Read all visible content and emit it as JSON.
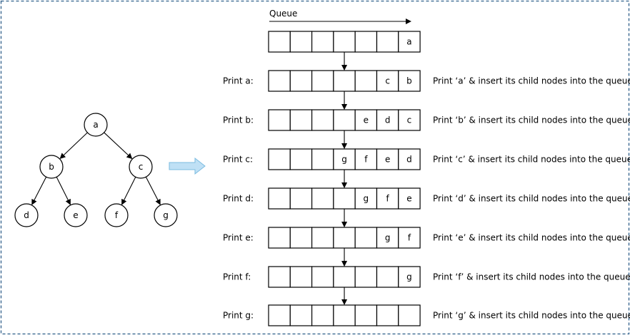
{
  "colors": {
    "border": "#2f5f8a",
    "big_arrow_fill": "#bfe0f5",
    "big_arrow_stroke": "#7bbbe0"
  },
  "queue_label": "Queue",
  "tree": {
    "nodes": [
      {
        "id": "a",
        "label": "a"
      },
      {
        "id": "b",
        "label": "b"
      },
      {
        "id": "c",
        "label": "c"
      },
      {
        "id": "d",
        "label": "d"
      },
      {
        "id": "e",
        "label": "e"
      },
      {
        "id": "f",
        "label": "f"
      },
      {
        "id": "g",
        "label": "g"
      }
    ],
    "edges": [
      [
        "a",
        "b"
      ],
      [
        "a",
        "c"
      ],
      [
        "b",
        "d"
      ],
      [
        "b",
        "e"
      ],
      [
        "c",
        "f"
      ],
      [
        "c",
        "g"
      ]
    ]
  },
  "rows": [
    {
      "label": "",
      "cells": [
        "",
        "",
        "",
        "",
        "",
        "",
        "a"
      ],
      "desc": ""
    },
    {
      "label": "Print a:",
      "cells": [
        "",
        "",
        "",
        "",
        "",
        "c",
        "b"
      ],
      "desc": "Print ‘a’ & insert its child nodes into the queue"
    },
    {
      "label": "Print b:",
      "cells": [
        "",
        "",
        "",
        "",
        "e",
        "d",
        "c"
      ],
      "desc": "Print ‘b’ & insert its child nodes into the queue"
    },
    {
      "label": "Print c:",
      "cells": [
        "",
        "",
        "",
        "g",
        "f",
        "e",
        "d"
      ],
      "desc": "Print ‘c’ & insert its child nodes into the queue"
    },
    {
      "label": "Print d:",
      "cells": [
        "",
        "",
        "",
        "",
        "g",
        "f",
        "e"
      ],
      "desc": "Print ‘d’ & insert its child nodes into the queue"
    },
    {
      "label": "Print e:",
      "cells": [
        "",
        "",
        "",
        "",
        "",
        "g",
        "f"
      ],
      "desc": "Print ‘e’ & insert its child nodes into the queue"
    },
    {
      "label": "Print f:",
      "cells": [
        "",
        "",
        "",
        "",
        "",
        "",
        "g"
      ],
      "desc": "Print ‘f’ & insert its child nodes into the queue"
    },
    {
      "label": "Print g:",
      "cells": [
        "",
        "",
        "",
        "",
        "",
        "",
        ""
      ],
      "desc": "Print ‘g’ & insert its child nodes into the queue"
    }
  ]
}
